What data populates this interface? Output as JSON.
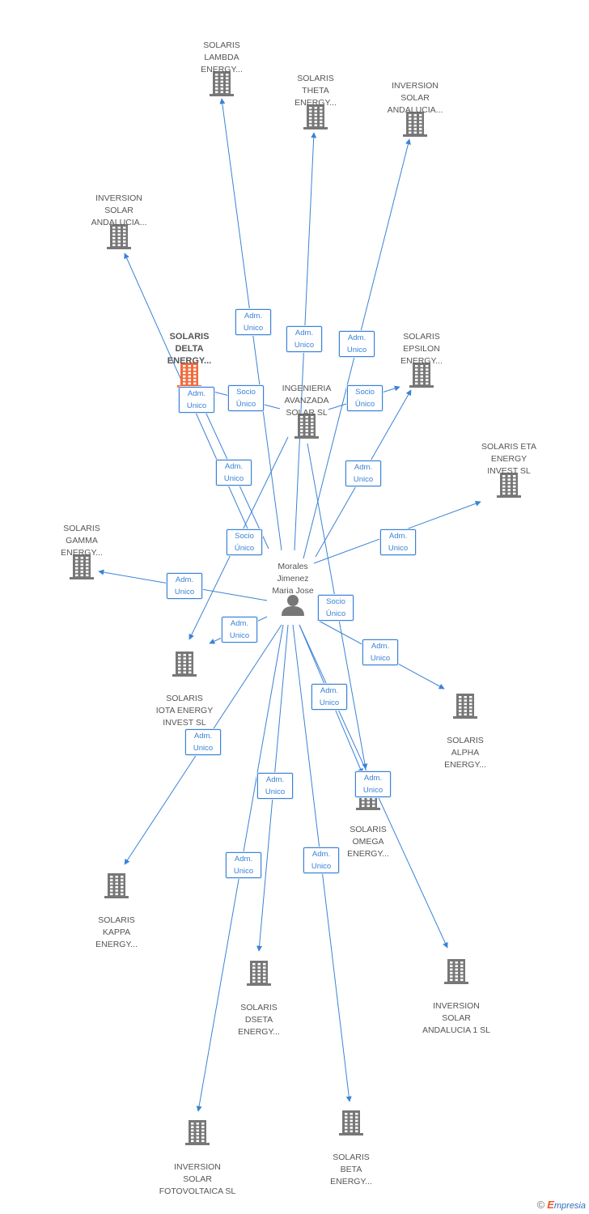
{
  "colors": {
    "edge": "#3a82d6",
    "node": "#777777",
    "focus": "#f26b3a",
    "text": "#555555"
  },
  "nodes": [
    {
      "id": "lambda",
      "label": "SOLARIS\nLAMBDA\nENERGY...",
      "icon": "building-icon"
    },
    {
      "id": "theta",
      "label": "SOLARIS\nTHETA\nENERGY...",
      "icon": "building-icon"
    },
    {
      "id": "inv_andalucia_a",
      "label": "INVERSION\nSOLAR\nANDALUCIA...",
      "icon": "building-icon"
    },
    {
      "id": "inv_andalucia_b",
      "label": "INVERSION\nSOLAR\nANDALUCIA...",
      "icon": "building-icon"
    },
    {
      "id": "delta",
      "label": "SOLARIS\nDELTA\nENERGY...",
      "icon": "building-icon",
      "focus": true
    },
    {
      "id": "epsilon",
      "label": "SOLARIS\nEPSILON\nENERGY...",
      "icon": "building-icon"
    },
    {
      "id": "ingenieria",
      "label": "INGENIERIA\nAVANZADA\nSOLAR SL",
      "icon": "building-icon"
    },
    {
      "id": "eta",
      "label": "SOLARIS ETA\nENERGY\nINVEST SL",
      "icon": "building-icon"
    },
    {
      "id": "gamma",
      "label": "SOLARIS\nGAMMA\nENERGY...",
      "icon": "building-icon"
    },
    {
      "id": "person",
      "label": "Morales\nJimenez\nMaria Jose",
      "icon": "person-icon"
    },
    {
      "id": "iota",
      "label": "SOLARIS\nIOTA ENERGY\nINVEST SL",
      "icon": "building-icon"
    },
    {
      "id": "alpha",
      "label": "SOLARIS\nALPHA\nENERGY...",
      "icon": "building-icon"
    },
    {
      "id": "omega",
      "label": "SOLARIS\nOMEGA\nENERGY...",
      "icon": "building-icon"
    },
    {
      "id": "kappa",
      "label": "SOLARIS\nKAPPA\nENERGY...",
      "icon": "building-icon"
    },
    {
      "id": "dseta",
      "label": "SOLARIS\nDSETA\nENERGY...",
      "icon": "building-icon"
    },
    {
      "id": "inv_andalucia_1",
      "label": "INVERSION\nSOLAR\nANDALUCIA 1 SL",
      "icon": "building-icon"
    },
    {
      "id": "inv_fotovoltaica",
      "label": "INVERSION\nSOLAR\nFOTOVOLTAICA SL",
      "icon": "building-icon"
    },
    {
      "id": "beta",
      "label": "SOLARIS\nBETA\nENERGY...",
      "icon": "building-icon"
    }
  ],
  "edges": [
    {
      "from": "person",
      "to": "lambda",
      "label": "Adm.\nUnico"
    },
    {
      "from": "person",
      "to": "theta",
      "label": "Adm.\nUnico"
    },
    {
      "from": "person",
      "to": "inv_andalucia_a",
      "label": "Adm.\nUnico"
    },
    {
      "from": "person",
      "to": "inv_andalucia_b",
      "label": "Adm.\nUnico"
    },
    {
      "from": "person",
      "to": "delta",
      "label": "Adm.\nUnico"
    },
    {
      "from": "ingenieria",
      "to": "delta",
      "label": "Socio\nÚnico"
    },
    {
      "from": "ingenieria",
      "to": "epsilon",
      "label": "Socio\nÚnico"
    },
    {
      "from": "person",
      "to": "epsilon",
      "label": "Adm.\nUnico"
    },
    {
      "from": "person",
      "to": "eta",
      "label": "Adm.\nUnico"
    },
    {
      "from": "person",
      "to": "gamma",
      "label": "Adm.\nUnico"
    },
    {
      "from": "ingenieria",
      "to": "iota",
      "label": "Socio\nÚnico"
    },
    {
      "from": "person",
      "to": "iota",
      "label": "Adm.\nUnico"
    },
    {
      "from": "ingenieria",
      "to": "omega",
      "label": "Socio\nÚnico"
    },
    {
      "from": "person",
      "to": "alpha",
      "label": "Adm.\nUnico"
    },
    {
      "from": "person",
      "to": "omega",
      "label": "Adm.\nUnico"
    },
    {
      "from": "person",
      "to": "kappa",
      "label": "Adm.\nUnico"
    },
    {
      "from": "person",
      "to": "dseta",
      "label": "Adm.\nUnico"
    },
    {
      "from": "person",
      "to": "inv_andalucia_1",
      "label": "Adm.\nUnico"
    },
    {
      "from": "person",
      "to": "inv_fotovoltaica",
      "label": "Adm.\nUnico"
    },
    {
      "from": "person",
      "to": "beta",
      "label": "Adm.\nUnico"
    }
  ],
  "credit": {
    "symbol": "©",
    "brand_initial": "E",
    "brand_rest": "mpresia"
  }
}
